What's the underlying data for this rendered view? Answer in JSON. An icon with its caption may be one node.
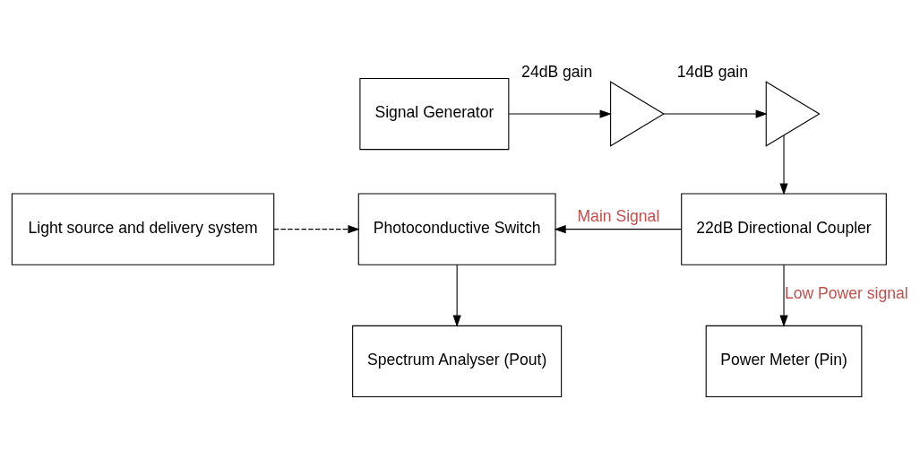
{
  "diagram": {
    "nodes": [
      {
        "text": [
          "Signal Generator"
        ]
      },
      {
        "text": [],
        "shape": "triangle",
        "beside": [
          "24dB gain"
        ]
      },
      {
        "text": [],
        "shape": "triangle",
        "beside": [
          "14dB gain"
        ]
      },
      {
        "text": [
          "Light source and delivery system"
        ]
      },
      {
        "text": [
          "Photoconductive Switch"
        ]
      },
      {
        "text": [
          "22dB Directional Coupler"
        ]
      },
      {
        "text": [
          "Spectrum Analyser (Pout)"
        ]
      },
      {
        "text": [
          "Power Meter (Pin)"
        ]
      }
    ],
    "edges": [
      {
        "from": 0,
        "to": 1,
        "arrow": "to"
      },
      {
        "from": 1,
        "to": 2,
        "arrow": "to"
      },
      {
        "from": 2,
        "to": 5,
        "arrow": "to"
      },
      {
        "from": 3,
        "to": 4,
        "arrow": "to",
        "style": "dashed"
      },
      {
        "from": 5,
        "to": 4,
        "arrow": "to",
        "label": "Main Signal"
      },
      {
        "from": 4,
        "to": 6,
        "arrow": "to"
      },
      {
        "from": 5,
        "to": 7,
        "arrow": "to",
        "label": "Low Power signal"
      }
    ]
  }
}
